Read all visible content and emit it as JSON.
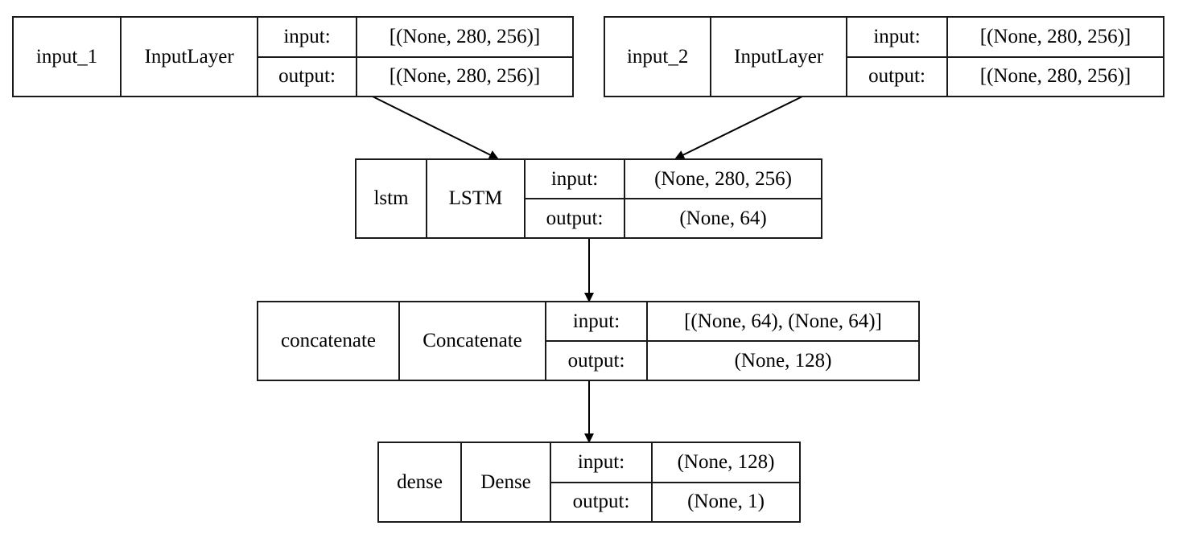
{
  "nodes": {
    "input_1": {
      "name": "input_1",
      "class_name": "InputLayer",
      "input_label": "input:",
      "input_shape": "[(None, 280, 256)]",
      "output_label": "output:",
      "output_shape": "[(None, 280, 256)]"
    },
    "input_2": {
      "name": "input_2",
      "class_name": "InputLayer",
      "input_label": "input:",
      "input_shape": "[(None, 280, 256)]",
      "output_label": "output:",
      "output_shape": "[(None, 280, 256)]"
    },
    "lstm": {
      "name": "lstm",
      "class_name": "LSTM",
      "input_label": "input:",
      "input_shape": "(None, 280, 256)",
      "output_label": "output:",
      "output_shape": "(None, 64)"
    },
    "concatenate": {
      "name": "concatenate",
      "class_name": "Concatenate",
      "input_label": "input:",
      "input_shape": "[(None, 64), (None, 64)]",
      "output_label": "output:",
      "output_shape": "(None, 128)"
    },
    "dense": {
      "name": "dense",
      "class_name": "Dense",
      "input_label": "input:",
      "input_shape": "(None, 128)",
      "output_label": "output:",
      "output_shape": "(None, 1)"
    }
  },
  "edges": [
    {
      "from": "input_1",
      "to": "lstm"
    },
    {
      "from": "input_2",
      "to": "lstm"
    },
    {
      "from": "lstm",
      "to": "concatenate"
    },
    {
      "from": "concatenate",
      "to": "dense"
    }
  ]
}
